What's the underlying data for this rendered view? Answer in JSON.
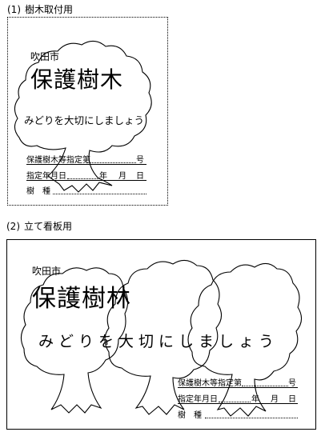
{
  "section1": {
    "number": "(1)",
    "heading": "樹木取付用"
  },
  "section2": {
    "number": "(2)",
    "heading": "立て看板用"
  },
  "sign1": {
    "city": "吹田市",
    "title": "保護樹木",
    "slogan": "みどりを大切にしましょう",
    "designation_label": "保護樹木等指定第",
    "designation_suffix": "号",
    "date_label": "指定年月日",
    "year": "年",
    "month": "月",
    "day": "日",
    "species_label": "樹　種"
  },
  "sign2": {
    "city": "吹田市",
    "title": "保護樹林",
    "slogan": "みどりを大切にしましょう",
    "designation_label": "保護樹木等指定第",
    "designation_suffix": "号",
    "date_label": "指定年月日",
    "year": "年",
    "month": "月",
    "day": "日",
    "species_label": "樹　種"
  }
}
